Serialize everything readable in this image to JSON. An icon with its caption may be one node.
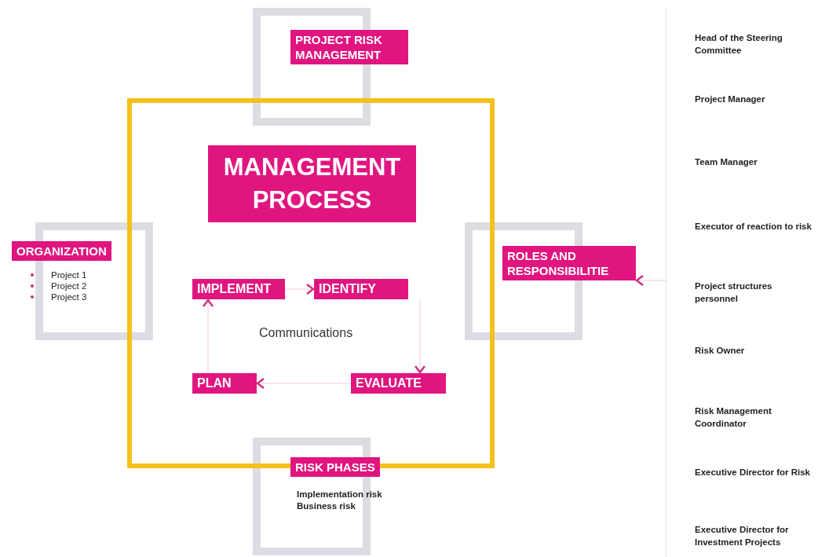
{
  "diagram": {
    "nodes": [
      {
        "text": [
          "PROJECT RISK MANAGEMENT"
        ]
      },
      {
        "text": [
          "MANAGEMENT PROCESS"
        ]
      },
      {
        "text": [
          "ORGANIZATION",
          "Project 1",
          "Project 2",
          "Project 3"
        ]
      },
      {
        "text": [
          "ROLES AND RESPONSIBILITIE"
        ]
      },
      {
        "text": [
          "IMPLEMENT"
        ]
      },
      {
        "text": [
          "IDENTIFY"
        ]
      },
      {
        "text": [
          "PLAN"
        ]
      },
      {
        "text": [
          "EVALUATE"
        ]
      },
      {
        "text": [
          "RISK PHASES",
          "Implementation risk",
          "Business risk"
        ]
      },
      {
        "text": [
          "Head of the Steering Committee",
          "Project Manager",
          "Team Manager",
          "Executor of reaction to risk",
          "Project structures personnel",
          "Risk Owner",
          "Risk Management Coordinator",
          "Executive Director for Risk",
          "Executive Director for Investment Projects"
        ]
      }
    ],
    "edges": [
      {
        "from": 4,
        "to": 5,
        "arrow": "to"
      },
      {
        "from": 5,
        "to": 7,
        "arrow": "to"
      },
      {
        "from": 7,
        "to": 6,
        "arrow": "to"
      },
      {
        "from": 6,
        "to": 4,
        "arrow": "to"
      },
      {
        "from": 9,
        "to": 3,
        "arrow": "to"
      }
    ],
    "labels": [
      "Communications"
    ]
  }
}
